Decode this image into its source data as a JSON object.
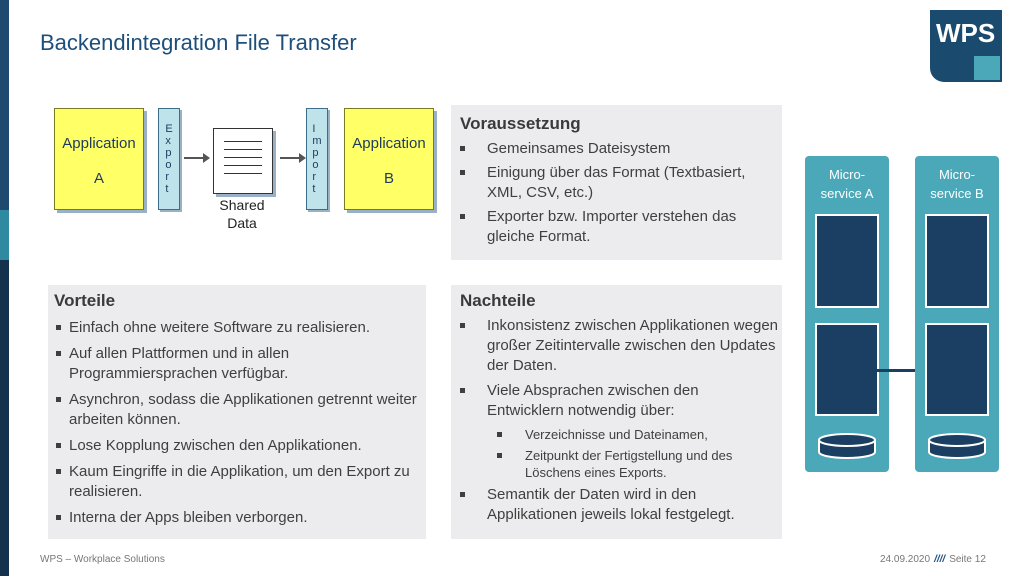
{
  "title": "Backendintegration File Transfer",
  "logo": {
    "text": "WPS"
  },
  "diagram": {
    "app_a_line1": "Application",
    "app_a_line2": "A",
    "export_label": "Export",
    "shared_line1": "Shared",
    "shared_line2": "Data",
    "import_label": "Import",
    "app_b_line1": "Application",
    "app_b_line2": "B"
  },
  "voraussetzung": {
    "heading": "Voraussetzung",
    "items": [
      "Gemeinsames Dateisystem",
      "Einigung über das Format (Textbasiert, XML, CSV, etc.)",
      "Exporter bzw. Importer verstehen das gleiche Format."
    ]
  },
  "vorteile": {
    "heading": "Vorteile",
    "items": [
      "Einfach ohne weitere Software zu realisieren.",
      "Auf allen Plattformen und in allen Programmiersprachen verfügbar.",
      "Asynchron, sodass die Applikationen getrennt weiter arbeiten können.",
      "Lose Kopplung zwischen den Applikationen.",
      "Kaum Eingriffe in die Applikation, um den Export zu realisieren.",
      "Interna der Apps bleiben verborgen."
    ]
  },
  "nachteile": {
    "heading": "Nachteile",
    "item1": "Inkonsistenz zwischen Applikationen wegen großer Zeitintervalle zwischen den Updates der Daten.",
    "item2": "Viele Absprachen zwischen den Entwicklern notwendig über:",
    "sub1": "Verzeichnisse und Dateinamen,",
    "sub2": "Zeitpunkt der Fertigstellung und des Löschens eines Exports.",
    "item3": "Semantik der Daten wird in den Applikationen jeweils lokal festgelegt."
  },
  "microservices": {
    "a_line1": "Micro-",
    "a_line2": "service A",
    "b_line1": "Micro-",
    "b_line2": "service B"
  },
  "footer": {
    "left": "WPS – Workplace Solutions",
    "date": "24.09.2020",
    "separator": "////",
    "page": "Seite 12"
  },
  "colors": {
    "accent": "#1d4f7c",
    "teal": "#4aa8b8",
    "navy": "#1a3f63",
    "app_yellow": "#ffff66",
    "box_gray": "#ececee"
  }
}
